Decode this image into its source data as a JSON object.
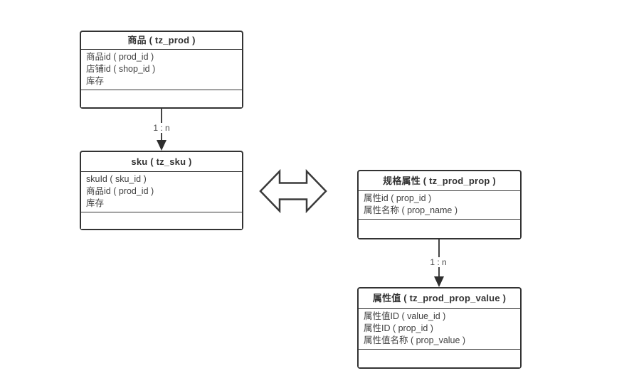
{
  "diagram": {
    "colors": {
      "background": "#ffffff",
      "border": "#333333",
      "text": "#3d3d3d",
      "relation_label": "#4a4a4a"
    },
    "tables": [
      {
        "id": "prod",
        "title": "商品 ( tz_prod )",
        "rows": [
          "商品id ( prod_id )",
          "店铺id ( shop_id )",
          "库存"
        ]
      },
      {
        "id": "sku",
        "title": "sku ( tz_sku )",
        "rows": [
          "skuId ( sku_id )",
          "商品id ( prod_id )",
          "库存"
        ]
      },
      {
        "id": "prod_prop",
        "title": "规格属性 ( tz_prod_prop )",
        "rows": [
          "属性id ( prop_id )",
          "属性名称 ( prop_name )"
        ]
      },
      {
        "id": "prod_prop_value",
        "title": "属性值 ( tz_prod_prop_value )",
        "rows": [
          "属性值ID ( value_id )",
          "属性ID ( prop_id )",
          "属性值名称 ( prop_value )"
        ]
      }
    ],
    "connectors": [
      {
        "from": "prod",
        "to": "sku",
        "label": "1 : n"
      },
      {
        "from": "prod_prop",
        "to": "prod_prop_value",
        "label": "1 : n"
      }
    ],
    "double_arrow": {
      "between": [
        "sku",
        "prod_prop"
      ],
      "direction": "left-right"
    }
  }
}
